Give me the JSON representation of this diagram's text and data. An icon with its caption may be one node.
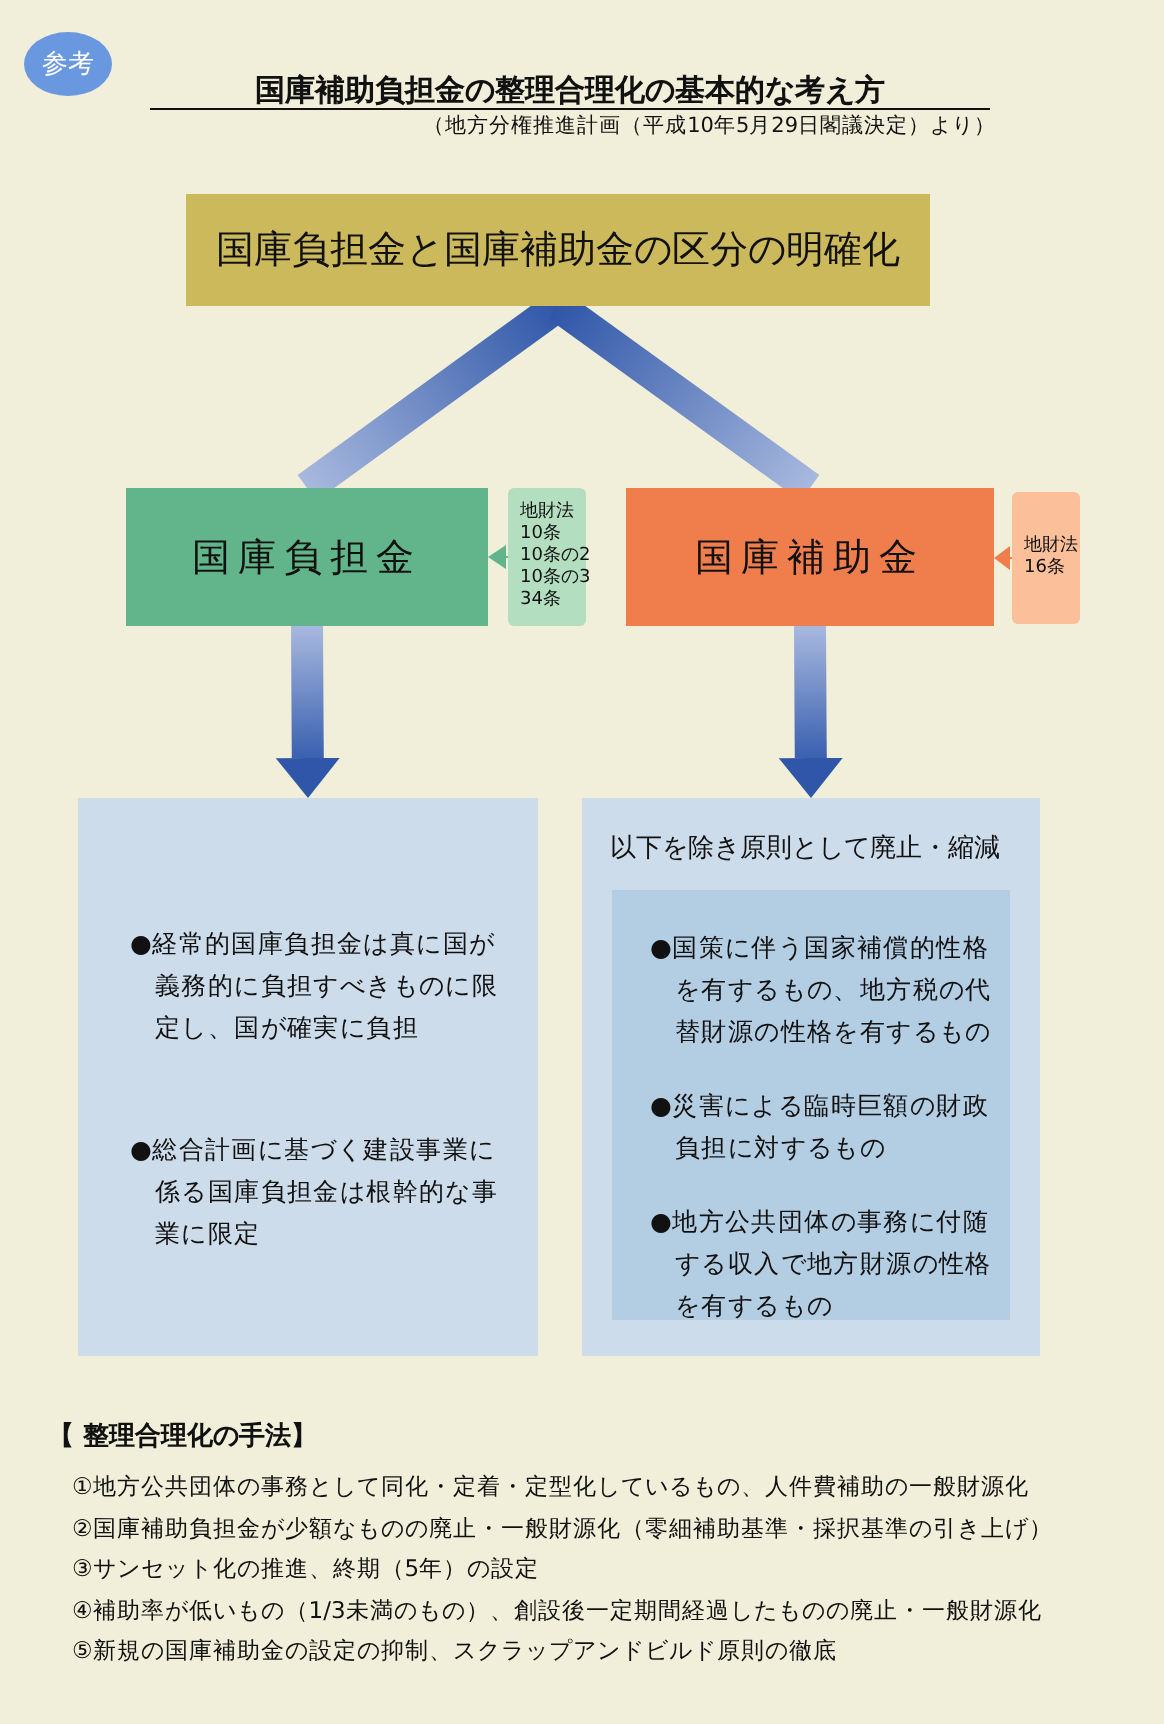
{
  "diagram": {
    "title": "国庫補助負担金の整理合理化の基本的な考え方",
    "caption": "（地方分権推進計画（平成10年5月29日閣議決定）より）",
    "nodes": [
      {
        "text": [
          "参考"
        ]
      },
      {
        "text": [
          "国庫負担金と国庫補助金の区分の明確化"
        ]
      },
      {
        "text": [
          "国庫負担金"
        ]
      },
      {
        "text": [
          "地財法 10条 10条の2 10条の3 34条"
        ]
      },
      {
        "text": [
          "国庫補助金"
        ]
      },
      {
        "text": [
          "地財法 16条"
        ]
      },
      {
        "text": [
          "●経常的国庫負担金は真に国が義務的に負担すべきものに限定し、国が確実に負担",
          "●総合計画に基づく建設事業に係る国庫負担金は根幹的な事業に限定"
        ]
      },
      {
        "text": [
          "以下を除き原則として廃止・縮減"
        ]
      },
      {
        "text": [
          "●国策に伴う国家補償的性格を有するもの、地方税の代替財源の性格を有するもの",
          "●災害による臨時巨額の財政負担に対するもの",
          "●地方公共団体の事務に付随する収入で地方財源の性格を有するもの"
        ],
        "in": 7
      }
    ],
    "edges": [
      {
        "from": 1,
        "to": 2,
        "arrow": "none"
      },
      {
        "from": 1,
        "to": 4,
        "arrow": "none"
      },
      {
        "from": 3,
        "to": 2,
        "arrow": "to",
        "color": "#62b58a"
      },
      {
        "from": 5,
        "to": 4,
        "arrow": "to",
        "color": "#f07e4c"
      },
      {
        "from": 2,
        "to": 6,
        "arrow": "to"
      },
      {
        "from": 4,
        "to": 7,
        "arrow": "to"
      }
    ],
    "labels": [
      "【 整理合理化の手法】",
      "①地方公共団体の事務として同化・定着・定型化しているもの、人件費補助の一般財源化",
      "②国庫補助負担金が少額なものの廃止・一般財源化（零細補助基準・採択基準の引き上げ）",
      "③サンセット化の推進、終期（5年）の設定",
      "④補助率が低いもの（1/3未満のもの）、創設後一定期間経過したものの廃止・一般財源化",
      "⑤新規の国庫補助金の設定の抑制、スクラップアンドビルド原則の徹底"
    ]
  }
}
